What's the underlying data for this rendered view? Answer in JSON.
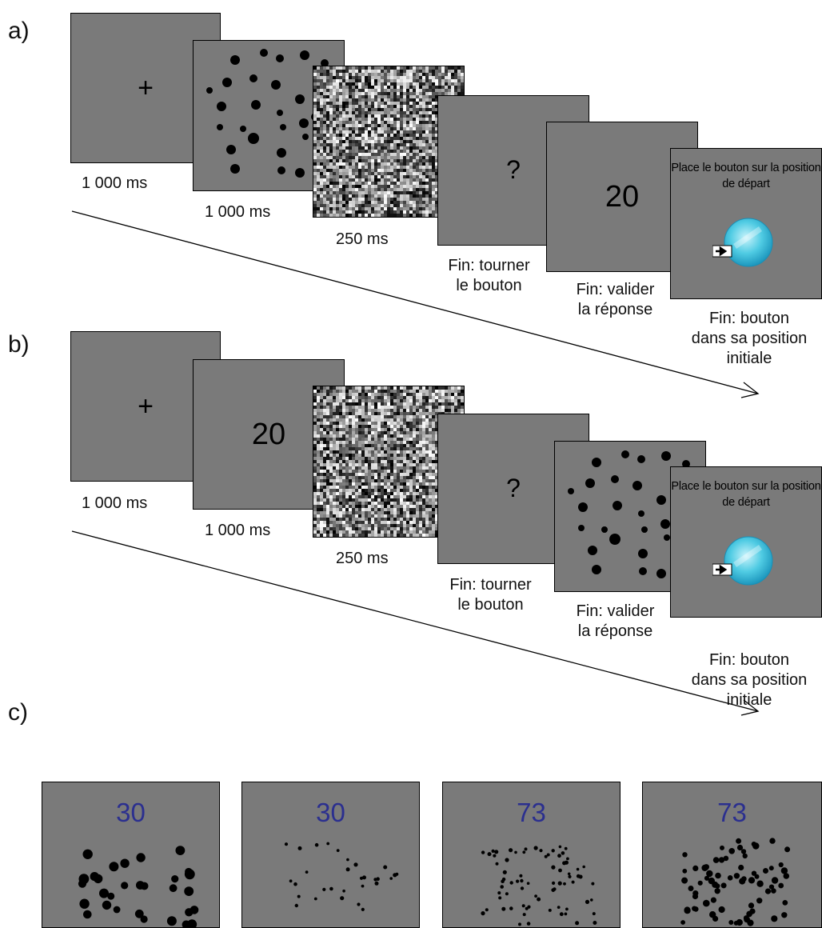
{
  "labels": {
    "a": "a)",
    "b": "b)",
    "c": "c)"
  },
  "sequence_a": {
    "fixation": "+",
    "question": "?",
    "number": "20",
    "start_message": "Place le bouton sur la position de départ",
    "captions": {
      "fixation": "1 000 ms",
      "dots": "1 000 ms",
      "mask": "250 ms",
      "question": [
        "Fin: tourner",
        "le bouton"
      ],
      "response": [
        "Fin: valider",
        "la réponse"
      ],
      "return": [
        "Fin: bouton",
        "dans sa position",
        "initiale"
      ]
    }
  },
  "sequence_b": {
    "fixation": "+",
    "number": "20",
    "question": "?",
    "start_message": "Place le bouton sur la position de départ",
    "captions": {
      "fixation": "1 000 ms",
      "number": "1 000 ms",
      "mask": "250 ms",
      "question": [
        "Fin: tourner",
        "le bouton"
      ],
      "response": [
        "Fin: valider",
        "la réponse"
      ],
      "return": [
        "Fin: bouton",
        "dans sa position",
        "initiale"
      ]
    }
  },
  "examples": [
    {
      "count": "30",
      "dot_size": "large"
    },
    {
      "count": "30",
      "dot_size": "small"
    },
    {
      "count": "73",
      "dot_size": "small"
    },
    {
      "count": "73",
      "dot_size": "large"
    }
  ],
  "colors": {
    "screen_gray": "#7a7a7a",
    "dot": "#000000",
    "example_number": "#2b2f8f",
    "knob": "#3fc0dc"
  }
}
